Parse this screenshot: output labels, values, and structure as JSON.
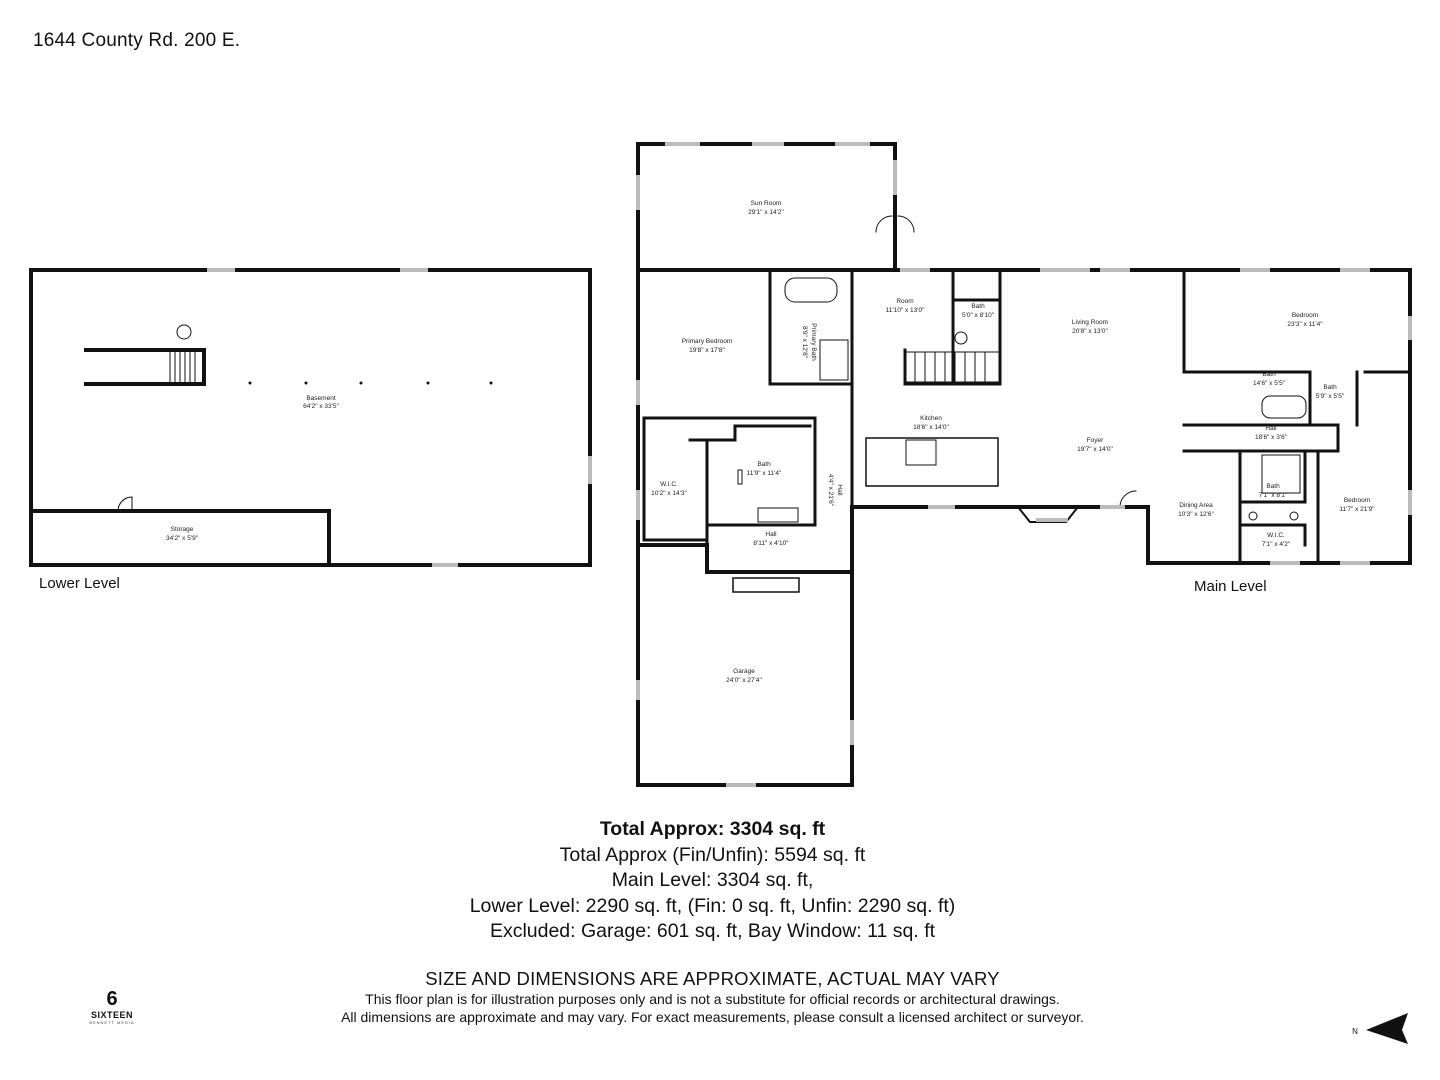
{
  "address": "1644 County Rd. 200 E.",
  "levels": {
    "lower": "Lower Level",
    "main": "Main Level"
  },
  "rooms": {
    "basement": {
      "name": "Basement",
      "dim": "64'2\" x 33'5\""
    },
    "storage": {
      "name": "Storage",
      "dim": "34'2\" x 5'9\""
    },
    "sun_room": {
      "name": "Sun Room",
      "dim": "29'1\" x 14'2\""
    },
    "primary_bedroom": {
      "name": "Primary Bedroom",
      "dim": "19'8\" x 17'8\""
    },
    "primary_bath": {
      "name": "Primary Bath",
      "dim": "8'9\" x 12'8\""
    },
    "room": {
      "name": "Room",
      "dim": "11'10\" x 13'0\""
    },
    "bath_top": {
      "name": "Bath",
      "dim": "5'0\" x 8'10\""
    },
    "living_room": {
      "name": "Living Room",
      "dim": "20'8\" x 13'0\""
    },
    "bedroom_ne": {
      "name": "Bedroom",
      "dim": "23'3\" x 11'4\""
    },
    "bath_mid": {
      "name": "Bath",
      "dim": "14'6\" x 5'5\""
    },
    "bath_small": {
      "name": "Bath",
      "dim": "5'9\" x 5'5\""
    },
    "hall_east": {
      "name": "Hall",
      "dim": "18'6\" x 3'6\""
    },
    "kitchen": {
      "name": "Kitchen",
      "dim": "18'6\" x 14'0\""
    },
    "foyer": {
      "name": "Foyer",
      "dim": "19'7\" x 14'0\""
    },
    "wic_west": {
      "name": "W.I.C.",
      "dim": "10'2\" x 14'3\""
    },
    "bath_west": {
      "name": "Bath",
      "dim": "11'9\" x 11'4\""
    },
    "hall_vertical": {
      "name": "Hall",
      "dim": "4'4\" x 21'6\""
    },
    "hall_small": {
      "name": "Hall",
      "dim": "8'11\" x 4'10\""
    },
    "dining_area": {
      "name": "Dining Area",
      "dim": "10'3\" x 12'6\""
    },
    "bath_east": {
      "name": "Bath",
      "dim": "7'1\" x 8'1\""
    },
    "bedroom_se": {
      "name": "Bedroom",
      "dim": "11'7\" x 21'9\""
    },
    "wic_east": {
      "name": "W.I.C.",
      "dim": "7'1\" x 4'2\""
    },
    "garage": {
      "name": "Garage",
      "dim": "24'0\" x 27'4\""
    }
  },
  "summary": {
    "total": "Total Approx: 3304 sq. ft",
    "total_fin_unfin": "Total Approx (Fin/Unfin): 5594 sq. ft",
    "main_level": "Main Level: 3304 sq. ft,",
    "lower_level": "Lower Level:  2290  sq. ft, (Fin:  0 sq. ft, Unfin: 2290 sq. ft)",
    "excluded": "Excluded: Garage: 601 sq. ft, Bay Window: 11 sq. ft"
  },
  "disclaimer": {
    "heading": "SIZE AND DIMENSIONS ARE APPROXIMATE, ACTUAL MAY VARY",
    "line1": "This floor plan is for illustration purposes only and is not a substitute for official records or architectural drawings.",
    "line2": "All dimensions are approximate and may vary. For exact measurements, please consult a licensed architect or surveyor."
  },
  "logo": {
    "mark": "6",
    "name": "SIXTEEN",
    "sub": "BENNETT MEDIA"
  },
  "compass": {
    "label": "N"
  }
}
